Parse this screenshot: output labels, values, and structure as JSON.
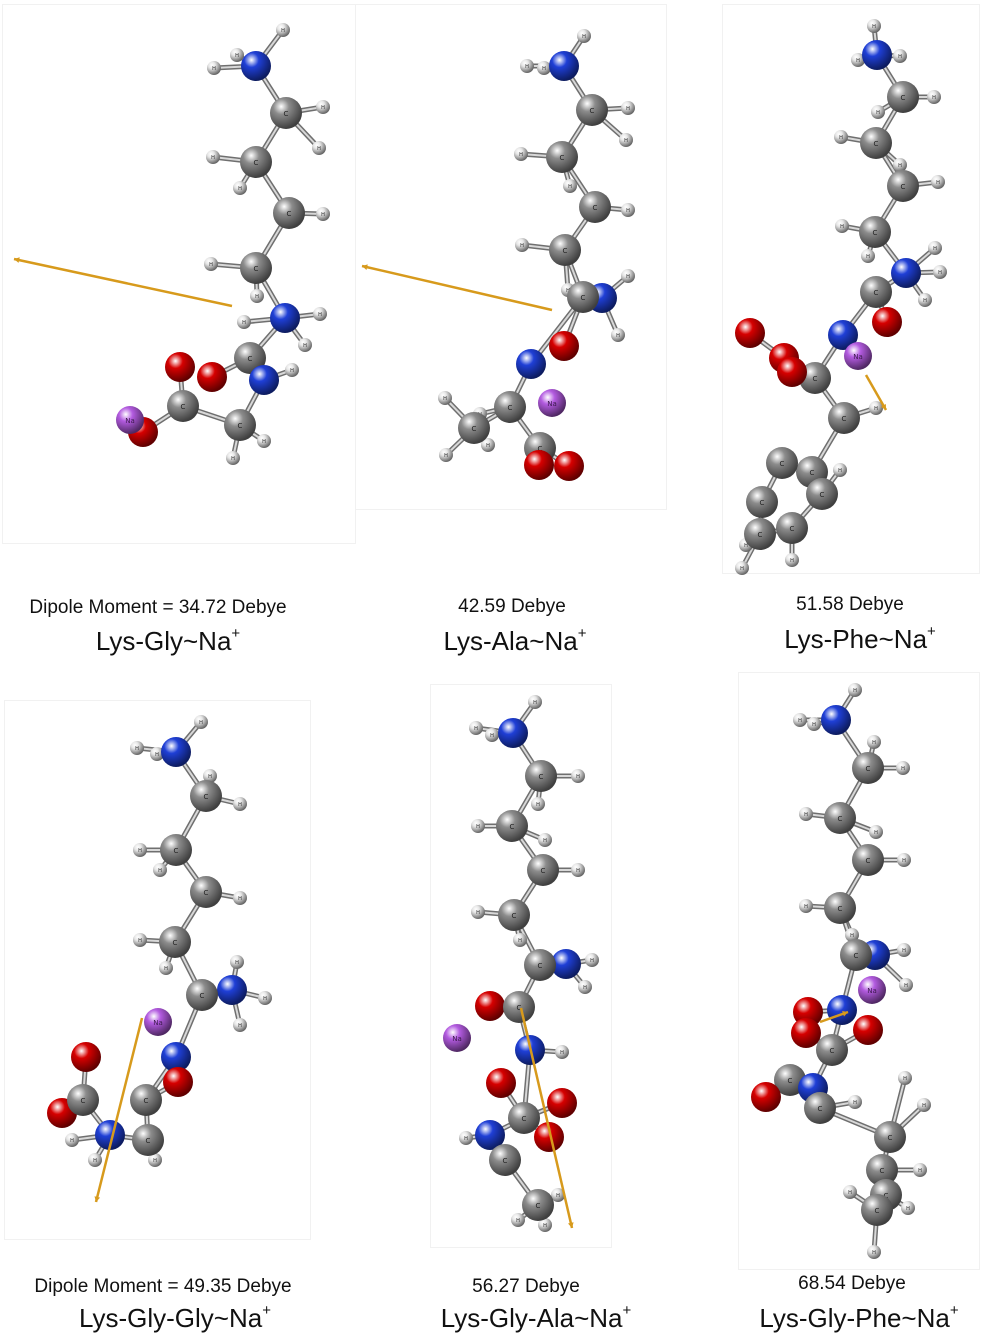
{
  "panels": [
    {
      "dipole": "Dipole Moment = 34.72 Debye",
      "name": "Lys-Gly~Na",
      "charge": "+"
    },
    {
      "dipole": "42.59 Debye",
      "name": "Lys-Ala~Na",
      "charge": "+"
    },
    {
      "dipole": "51.58 Debye",
      "name": "Lys-Phe~Na",
      "charge": "+"
    },
    {
      "dipole": "Dipole Moment = 49.35 Debye",
      "name": "Lys-Gly-Gly~Na",
      "charge": "+"
    },
    {
      "dipole": "56.27 Debye",
      "name": "Lys-Gly-Ala~Na",
      "charge": "+"
    },
    {
      "dipole": "68.54 Debye",
      "name": "Lys-Gly-Phe~Na",
      "charge": "+"
    }
  ],
  "atom_labels": {
    "carbon": "C",
    "hydrogen": "H",
    "sodium": "Na"
  },
  "colors": {
    "carbon": "#8c8c8c",
    "hydrogen": "#e6e6e6",
    "nitrogen": "#1f3fd6",
    "oxygen": "#d60000",
    "sodium": "#b35be0",
    "dipole_arrow": "#d79a1c"
  }
}
